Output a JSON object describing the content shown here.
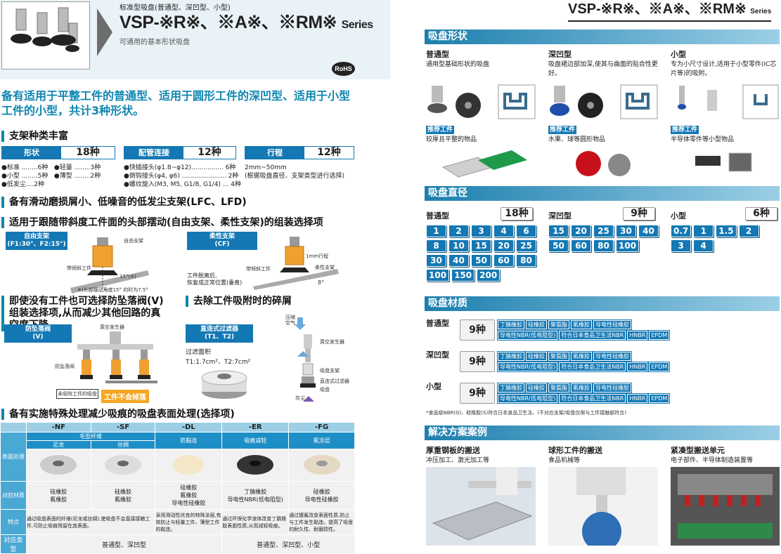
{
  "header": {
    "subtitle": "标准型吸盘(普通型、深凹型、小型)",
    "title_main": "VSP-※R※、※A※、※RM※",
    "title_series": "Series",
    "description": "可通用的基本形状吸盘",
    "rohs": "RoHS"
  },
  "headline": "备有适用于平整工件的普通型、适用于圆形工件的深凹型、适用于小型工件的小型，共计3种形状。",
  "support": {
    "title": "支架种类丰富",
    "tags": [
      {
        "label": "形状",
        "count": "18种"
      },
      {
        "label": "配管连接",
        "count": "12种"
      },
      {
        "label": "行程",
        "count": "12种"
      }
    ],
    "shape_list": "●标准 ........6种   ●轻量 ........3种\n●小型 ........5种   ●薄型 ........2种\n●低发尘....2种",
    "pipe_list": "●快插接头(φ1.8~φ12)................ 6种\n●倒钩接头(φ4, φ6) ...................... 2种\n●螺纹旋入(M3, M5, G1/8, G1/4) ... 4种",
    "stroke_list": "2mm~50mm\n(根据吸盘直径、支架类型进行选择)"
  },
  "lowdust": "备有滑动磨损屑小、低噪音的低发尘支架(LFC、LFD)",
  "tilt": {
    "title": "适用于跟随带斜度工件面的头部摆动(自由支架、柔性支架)的组装选择项",
    "free_btn": "自由支架\n(F1:30°、F2:15°)",
    "free_label": "自由支架",
    "free_work": "带倾斜工件",
    "free_angle": "15°(※)",
    "free_note": "※)头部摆动角度15° 的时为7.5°",
    "flex_btn": "柔性支架\n(CF)",
    "flex_stroke": "1mm行程",
    "flex_label": "柔性支架",
    "flex_work": "带倾斜工件",
    "flex_text": "工件脱离后,\n恢复成正常位置(垂直)",
    "flex_angle": "8°"
  },
  "valve": {
    "title": "即使没有工件也可选择防坠落阀(V)组装选择项,从而减少其他回路的真空度下降。",
    "btn": "防坠落阀\n(V)",
    "gen": "真空发生器",
    "valve_label": "防坠落阀",
    "unadsorbed": "未吸附工件的吸盘",
    "tag": "工件不会掉落"
  },
  "debris": {
    "title": "去除工件吸附时的碎屑",
    "btn": "直连式过滤器\n(T1、T2)",
    "area_label": "过滤面积",
    "area_value": "T1:1.7cm²、T2:7cm²",
    "air": "压缩\n空气",
    "gen": "真空发生器",
    "pad_mount": "吸盘支架",
    "inline_filter": "直连式过滤器",
    "pad": "吸盘",
    "dust": "灰尘"
  },
  "surface": {
    "title": "备有实施特殊处理减少吸痕的吸盘表面处理(选择项)",
    "cols": [
      "-NF",
      "-SF",
      "-DL",
      "-ER",
      "-FG"
    ],
    "row_labels": [
      "表面处理",
      "对应材质",
      "特点",
      "对应类型"
    ],
    "fiber": "毛型纤维",
    "treat": [
      "尼龙",
      "丝绸",
      "防黏连",
      "吸痕减轻",
      "氟涂层"
    ],
    "materials": [
      "硅橡胶\n氟橡胶",
      "硅橡胶\n氟橡胶",
      "硅橡胶\n氟橡胶\n导电性硅橡胶",
      "丁腈橡胶\n导电性NBR(低电阻型)",
      "硅橡胶\n导电性硅橡胶"
    ],
    "features": [
      "通过吸盘表面的纤维(尼龙或丝绸),使吸盘不会直接接触工件,可防止吸痕残留在其表面。",
      "采用滑动性优良的特殊涂层,有效防止与轻量工件、薄型工件的黏连。",
      "通过环保化学液体改变丁腈橡胶表面性质,从而减轻吸痕。",
      "通过镀氟改变表面性质,防止与工件发生黏连。提高了吸盘的耐久性、耐磨损性。"
    ],
    "types": [
      "普通型、深凹型",
      "普通型、深凹型、小型"
    ]
  },
  "right_title": {
    "main": "VSP-※R※、※A※、※RM※",
    "series": "Series"
  },
  "shape": {
    "band": "吸盘形状",
    "items": [
      {
        "name": "普通型",
        "desc": "通用型基础形状的吸盘",
        "rec": "推荐工件",
        "work": "较厚且平整的物品"
      },
      {
        "name": "深凹型",
        "desc": "吸盘裙边部加深,使其与曲面的贴合性更好。",
        "rec": "推荐工件",
        "work": "水果、球等圆形物品"
      },
      {
        "name": "小型",
        "desc": "专为小尺寸设计,适用于小型零件(IC芯片等)的吸附。",
        "rec": "推荐工件",
        "work": "半导体零件等小型物品"
      }
    ]
  },
  "diameter": {
    "band": "吸盘直径",
    "groups": [
      {
        "name": "普通型",
        "count": "18种",
        "values": [
          "1",
          "2",
          "3",
          "4",
          "6",
          "8",
          "10",
          "15",
          "20",
          "25",
          "30",
          "40",
          "50",
          "60",
          "80",
          "100",
          "150",
          "200"
        ]
      },
      {
        "name": "深凹型",
        "count": "9种",
        "values": [
          "15",
          "20",
          "25",
          "30",
          "40",
          "50",
          "60",
          "80",
          "100"
        ]
      },
      {
        "name": "小型",
        "count": "6种",
        "values": [
          "0.7",
          "1",
          "1.5",
          "2",
          "3",
          "4"
        ]
      }
    ]
  },
  "material": {
    "band": "吸盘材质",
    "rows": [
      {
        "name": "普通型",
        "count": "9种"
      },
      {
        "name": "深凹型",
        "count": "9种"
      },
      {
        "name": "小型",
        "count": "9种"
      }
    ],
    "items": [
      "丁腈橡胶",
      "硅橡胶",
      "聚氨酯",
      "氟橡胶",
      "导电性硅橡胶",
      "导电性NBR(低电阻型)",
      "符合日本食品卫生法NBR",
      "HNBR",
      "EPDM"
    ],
    "note": "*食品级NBR(G)、硅橡胶(S)符合日本食品卫生法。(不对应支架/吸盘仅限与工件接触部符合)"
  },
  "solution": {
    "band": "解决方案案例",
    "items": [
      {
        "name": "厚重钢板的搬送",
        "desc": "冲压加工、激光加工等"
      },
      {
        "name": "球形工件的搬送",
        "desc": "食品机械等"
      },
      {
        "name": "紧凑型搬送单元",
        "desc": "电子部件、半导体制造装置等"
      }
    ]
  }
}
